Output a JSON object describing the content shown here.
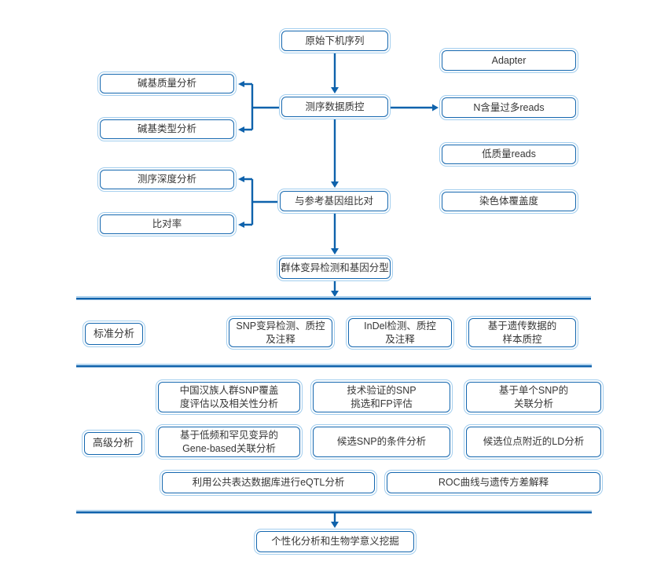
{
  "colors": {
    "box_border_dark": "#1467AF",
    "box_border_light": "#A3CEEE",
    "arrow": "#0E62AC",
    "divider_dark": "#0E62AC",
    "divider_light": "#A3CEEE",
    "text": "#363636",
    "background": "#FFFFFF"
  },
  "nodes": {
    "raw_sequence": "原始下机序列",
    "adapter": "Adapter",
    "base_quality": "碱基质量分析",
    "seq_qc": "测序数据质控",
    "n_reads": "N含量过多reads",
    "base_type": "碱基类型分析",
    "low_quality": "低质量reads",
    "seq_depth": "测序深度分析",
    "genome_align": "与参考基因组比对",
    "chrom_cov": "染色体覆盖度",
    "map_rate": "比对率",
    "pop_variant": "群体变异检测和基因分型",
    "standard_label": "标准分析",
    "snp_qc": "SNP变异检测、质控\n及注释",
    "indel_qc": "InDel检测、质控\n及注释",
    "sample_qc": "基于遗传数据的\n样本质控",
    "han_snp": "中国汉族人群SNP覆盖\n度评估以及相关性分析",
    "tech_snp": "技术验证的SNP\n挑选和FP评估",
    "single_snp": "基于单个SNP的\n关联分析",
    "advanced_label": "高级分析",
    "gene_based": "基于低频和罕见变异的\nGene-based关联分析",
    "cond_snp": "候选SNP的条件分析",
    "ld_analysis": "候选位点附近的LD分析",
    "eqtl": "利用公共表达数据库进行eQTL分析",
    "roc": "ROC曲线与遗传方差解释",
    "final": "个性化分析和生物学意义挖掘"
  }
}
